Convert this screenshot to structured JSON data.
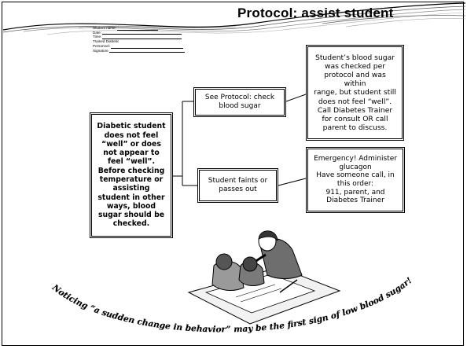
{
  "header": {
    "title": "Protocol: assist student"
  },
  "form": {
    "fields": [
      "Student name:",
      "Date:",
      "Time:",
      "Trained Diabetic",
      "Personnel:",
      "Signature"
    ]
  },
  "flow": {
    "main_box": [
      "Diabetic student",
      "does not feel",
      "“well” or does",
      "not appear to",
      "feel “well”.",
      "Before checking",
      "temperature or",
      "assisting",
      "student in other",
      "ways, blood",
      "sugar should be",
      "checked."
    ],
    "check_box": [
      "See Protocol: check",
      "blood sugar"
    ],
    "blood_sugar_box": [
      "Student’s blood sugar",
      "was checked per",
      "protocol and was within",
      "range, but student still",
      "does not feel “well”.",
      "Call Diabetes Trainer",
      "for consult OR call",
      "parent to discuss."
    ],
    "faint_box": [
      "Student faints or",
      "passes out"
    ],
    "emergency_box": [
      "Emergency! Administer",
      "glucagon",
      "Have someone call, in",
      "this order:",
      "911, parent, and",
      "Diabetes Trainer"
    ]
  },
  "caption": "Noticing “a sudden change in behavior” may  be the first sign of low blood sugar!",
  "icons": {
    "clipart": "teacher-helping-students-clipart",
    "header": "curved-swoosh-lines"
  }
}
